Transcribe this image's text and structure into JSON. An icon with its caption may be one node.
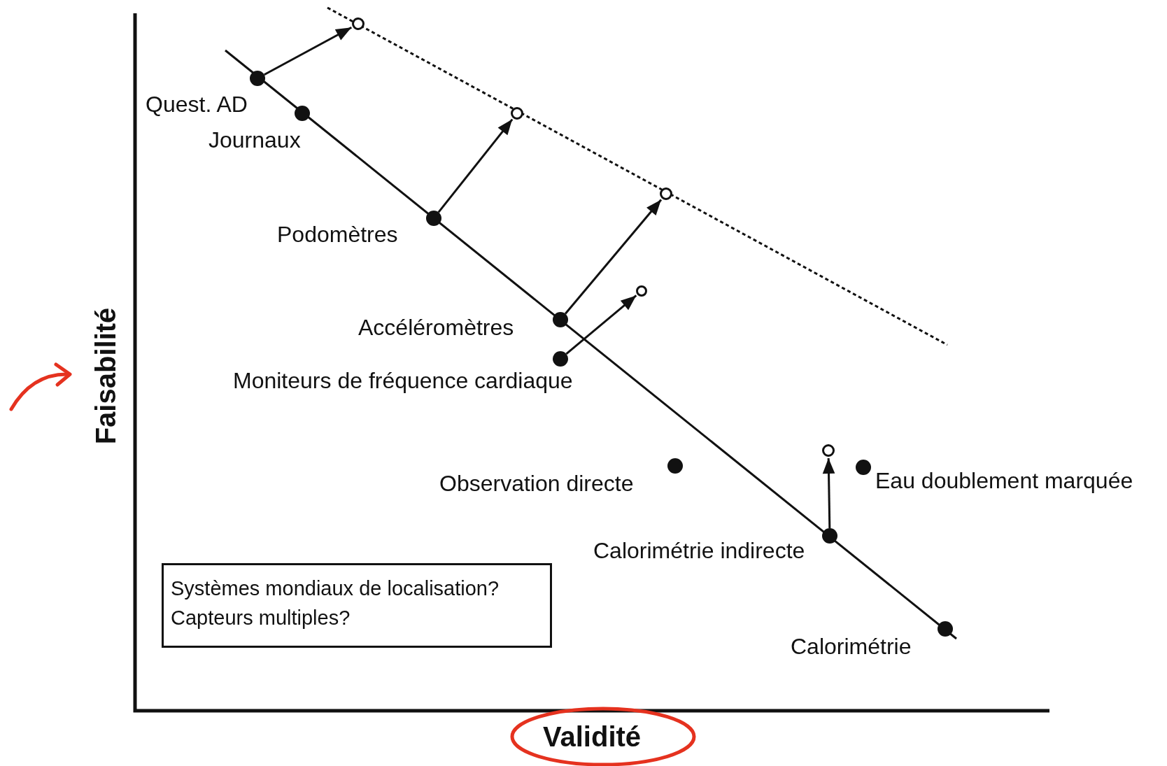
{
  "diagram": {
    "nodes": [
      {
        "text": [],
        "shape": "circle",
        "beside": [
          "Quest. AD"
        ]
      },
      {
        "text": [],
        "shape": "circle"
      },
      {
        "text": [],
        "shape": "circle",
        "beside": [
          "Journaux"
        ]
      },
      {
        "text": [],
        "shape": "circle",
        "beside": [
          "Podomètres"
        ]
      },
      {
        "text": [],
        "shape": "circle"
      },
      {
        "text": [],
        "shape": "circle",
        "beside": [
          "Accéléromètres"
        ]
      },
      {
        "text": [],
        "shape": "circle"
      },
      {
        "text": [],
        "shape": "circle",
        "beside": [
          "Moniteurs de fréquence cardiaque"
        ]
      },
      {
        "text": [],
        "shape": "circle"
      },
      {
        "text": [],
        "shape": "circle",
        "beside": [
          "Observation directe"
        ]
      },
      {
        "text": [],
        "shape": "circle",
        "beside": [
          "Eau doublement marquée"
        ]
      },
      {
        "text": [],
        "shape": "circle",
        "beside": [
          "Calorimétrie indirecte"
        ]
      },
      {
        "text": [],
        "shape": "circle"
      },
      {
        "text": [],
        "shape": "circle",
        "beside": [
          "Calorimétrie"
        ]
      },
      {
        "text": [
          "Systèmes mondiaux de localisation?",
          "Capteurs multiples?"
        ]
      }
    ],
    "edges": [
      {
        "from": 0,
        "to": 1,
        "arrow": "to"
      },
      {
        "from": 3,
        "to": 4,
        "arrow": "to"
      },
      {
        "from": 5,
        "to": 6,
        "arrow": "to"
      },
      {
        "from": 7,
        "to": 8,
        "arrow": "to"
      },
      {
        "from": 11,
        "to": 12,
        "arrow": "to"
      }
    ],
    "labels": [
      "Faisabilité",
      "Validité"
    ]
  }
}
